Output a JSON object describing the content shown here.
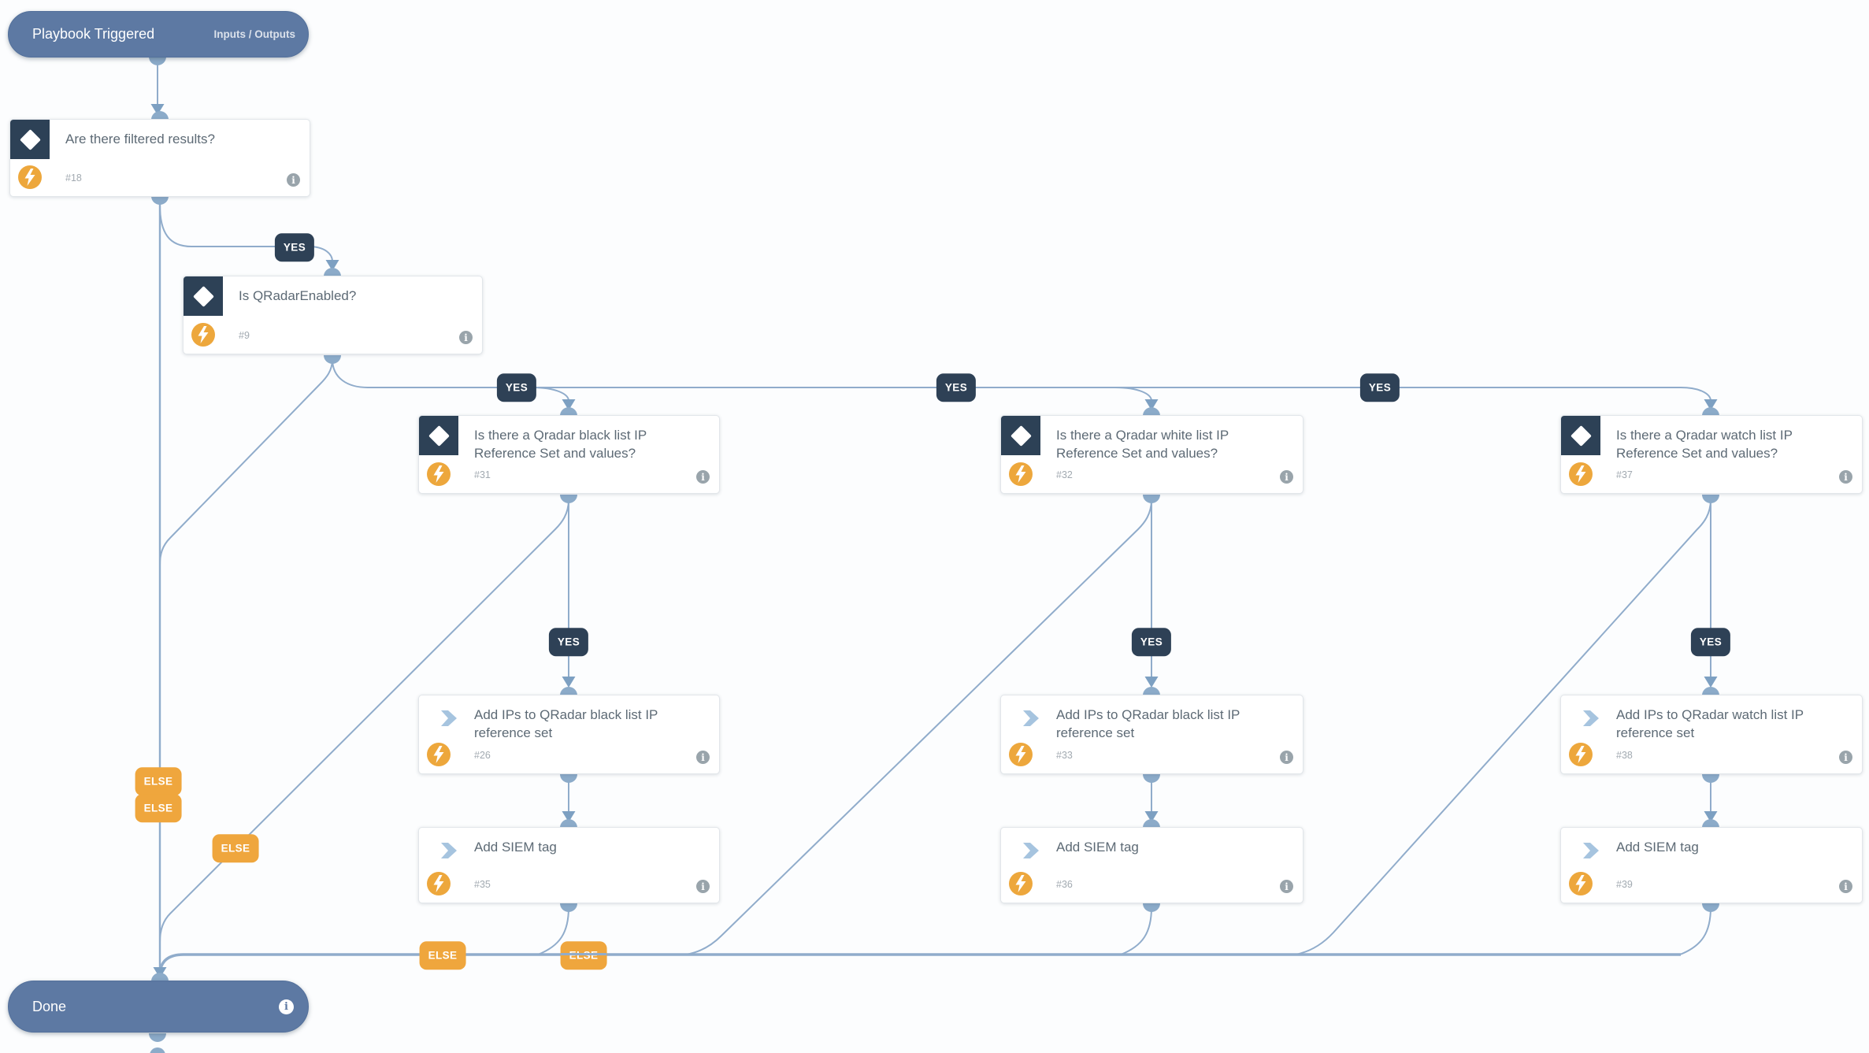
{
  "labels": {
    "yes": "YES",
    "else": "ELSE"
  },
  "trigger": {
    "title": "Playbook Triggered",
    "link_label": "Inputs / Outputs"
  },
  "done_node": {
    "title": "Done"
  },
  "nodes": [
    {
      "type": "condition",
      "title": "Are there filtered results?",
      "id": "#18"
    },
    {
      "type": "condition",
      "title": "Is QRadarEnabled?",
      "id": "#9"
    },
    {
      "type": "condition",
      "title": "Is there a Qradar black list IP Reference Set and values?",
      "id": "#31"
    },
    {
      "type": "condition",
      "title": "Is there a Qradar white list IP Reference Set and values?",
      "id": "#32"
    },
    {
      "type": "condition",
      "title": "Is there a Qradar watch list IP Reference Set and values?",
      "id": "#37"
    },
    {
      "type": "task",
      "title": "Add IPs to QRadar black list IP reference set",
      "id": "#26"
    },
    {
      "type": "task",
      "title": "Add IPs to QRadar black list IP reference set",
      "id": "#33"
    },
    {
      "type": "task",
      "title": "Add IPs to QRadar watch list IP reference set",
      "id": "#38"
    },
    {
      "type": "task",
      "title": "Add SIEM tag",
      "id": "#35"
    },
    {
      "type": "task",
      "title": "Add SIEM tag",
      "id": "#36"
    },
    {
      "type": "task",
      "title": "Add SIEM tag",
      "id": "#39"
    }
  ],
  "colors": {
    "pill_blue": "#5d79a3",
    "condition_icon_navy": "#2d4156",
    "yes_badge_navy": "#2e4156",
    "else_badge_orange": "#efa63d",
    "bolt_orange": "#eda73c",
    "edge_blue": "#90accb",
    "task_chevron_blue": "#a6c4df",
    "node_title_gray": "#5d6a75"
  }
}
